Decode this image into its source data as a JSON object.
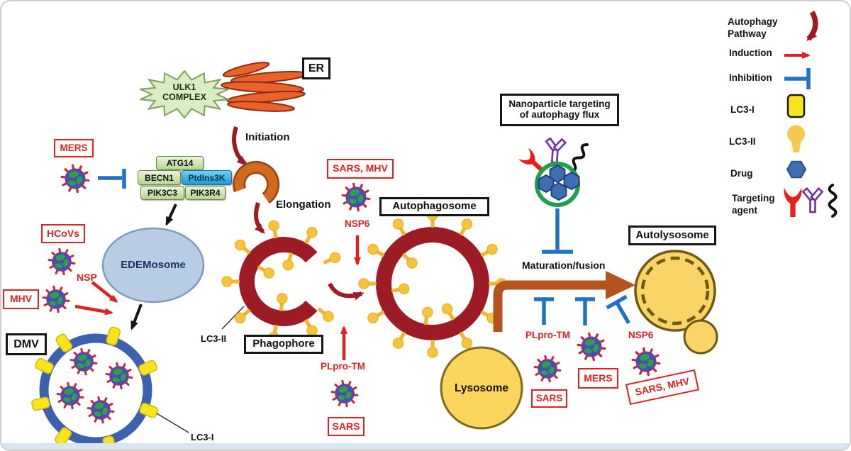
{
  "compartments": {
    "er": "ER",
    "dmv": "DMV",
    "phagophore": "Phagophore",
    "autophagosome": "Autophagosome",
    "autolysosome": "Autolysosome",
    "lysosome": "Lysosome",
    "edemosome": "EDEMosome",
    "ulk1_1": "ULK1",
    "ulk1_2": "COMPLEX",
    "nanoparticle_1": "Nanoparticle targeting",
    "nanoparticle_2": "of  autophagy flux"
  },
  "complex_subunits": {
    "atg14": "ATG14",
    "becn1": "BECN1",
    "ptdins3k": "PtdIns3K",
    "pik3c3": "PIK3C3",
    "pik3r4": "PIK3R4"
  },
  "process_labels": {
    "initiation": "Initiation",
    "elongation": "Elongation",
    "maturation": "Maturation/fusion",
    "lc3_ii": "LC3-II",
    "lc3_i": "LC3-I"
  },
  "viral_factors": {
    "mers_left": "MERS",
    "hcovs": "HCoVs",
    "mhv": "MHV",
    "nsp": "NSP",
    "sars_mhv_mid": "SARS, MHV",
    "nsp6_mid": "NSP6",
    "plpro_mid": "PLpro-TM",
    "sars_mid": "SARS",
    "plpro_bottom": "PLpro-TM",
    "sars_bottom": "SARS",
    "mers_bottom": "MERS",
    "nsp6_bottom": "NSP6",
    "sars_mhv_bottom": "SARS, MHV"
  },
  "legend": {
    "autophagy_1": "Autophagy",
    "autophagy_2": "Pathway",
    "induction": "Induction",
    "inhibition": "Inhibition",
    "lc3_i": "LC3-I",
    "lc3_ii": "LC3-II",
    "drug": "Drug",
    "targeting_1": "Targeting",
    "targeting_2": "agent"
  },
  "colors": {
    "red": "#e02020",
    "dark_red": "#9c1b24",
    "inhibition_blue": "#2272c3",
    "brown": "#b5531f",
    "orange": "#cf6a1e",
    "lc3i_yellow": "#f7e41c",
    "lc3ii_yellow": "#f5c33c",
    "complex_green": "#c9e0a4",
    "ptdins3k_blue": "#2fa3dc",
    "nanoparticle_green": "#1fa04a",
    "drug_blue": "#3e6fb5",
    "virus_blue": "#4a4fae",
    "dmv_blue": "#3c62ad",
    "edemosome_blue": "#b9cde4",
    "lysosome_yellow": "#f9d55e",
    "purple": "#7030a0"
  }
}
